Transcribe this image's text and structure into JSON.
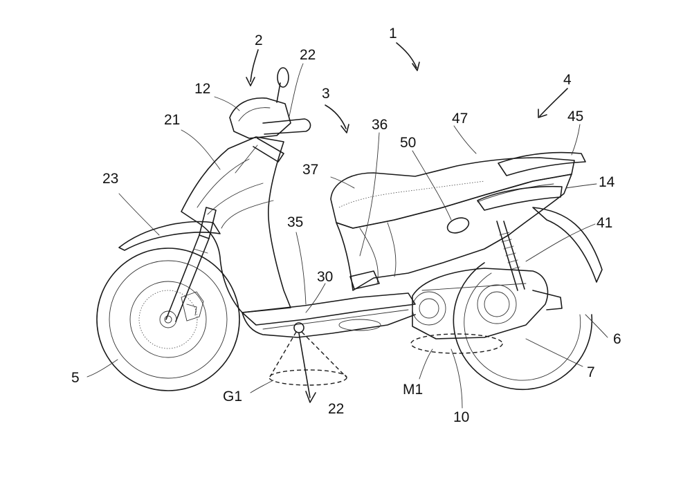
{
  "figure": {
    "labels": {
      "scooter": "1",
      "front_assembly": "2",
      "mid_body": "3",
      "rear_assembly": "4",
      "front_wheel": "5",
      "rear_wheel": "6",
      "engine_unit": "7",
      "engine_region": "10",
      "headlamp": "12",
      "tail_lamp": "14",
      "front_shield": "21",
      "handlebar": "22",
      "cone_target": "22",
      "front_mudguard": "23",
      "footboard_point": "30",
      "floor": "35",
      "side_panel": "36",
      "seat": "37",
      "rear_shock": "41",
      "grab_rail": "45",
      "rear_cover": "47",
      "body_marker": "50",
      "zone_g1": "G1",
      "zone_m1": "M1"
    }
  }
}
